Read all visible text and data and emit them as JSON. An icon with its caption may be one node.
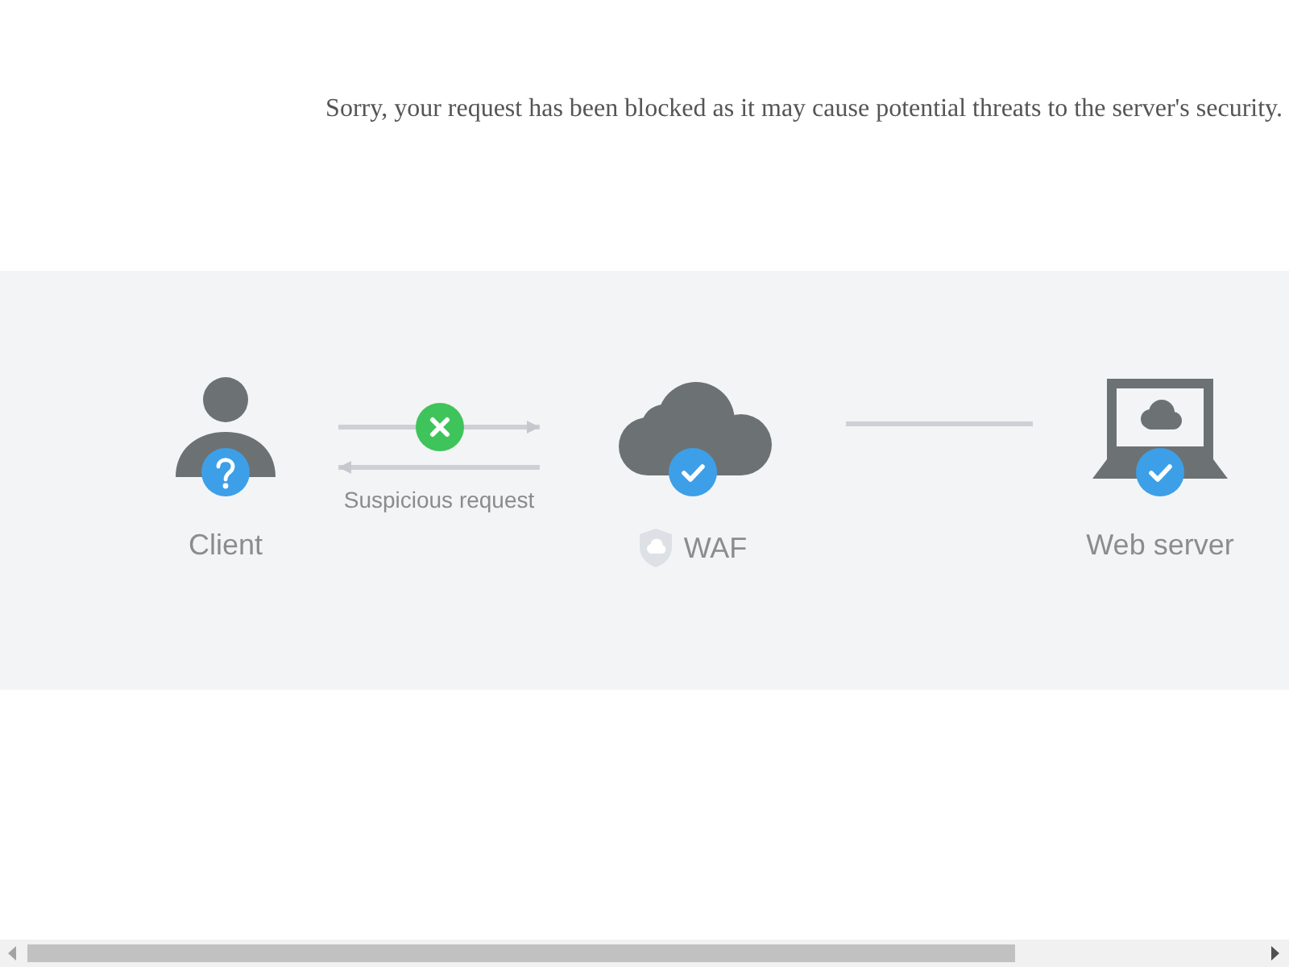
{
  "diagram": {
    "title": "Sorry, your request has been blocked as it may cause potential threats to the server's security.",
    "nodes": [
      {
        "text": [
          "Client"
        ]
      },
      {
        "text": [
          "WAF"
        ]
      },
      {
        "text": [
          "Web server"
        ]
      }
    ],
    "edges": [
      {
        "from": 0,
        "to": 1,
        "arrow": "to"
      },
      {
        "from": 1,
        "to": 0,
        "arrow": "to",
        "label": "Suspicious request"
      },
      {
        "from": 1,
        "to": 2,
        "arrow": "none"
      }
    ]
  }
}
